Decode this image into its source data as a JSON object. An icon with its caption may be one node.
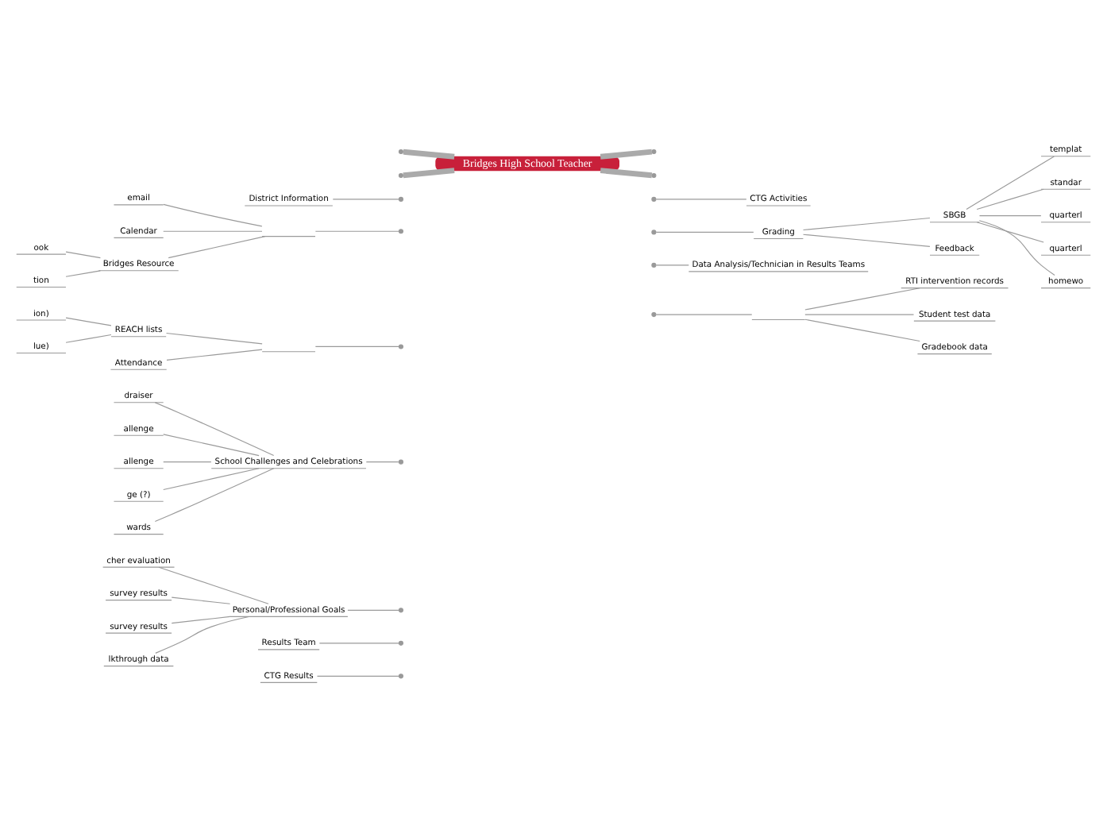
{
  "diagram": {
    "nodes": [
      {
        "text": [
          "Bridges High School Teacher"
        ]
      },
      {
        "text": [
          "District Information"
        ]
      },
      {
        "text": [],
        "shape": "bar"
      },
      {
        "text": [
          "email"
        ]
      },
      {
        "text": [
          "Calendar"
        ]
      },
      {
        "text": [
          "Bridges Resource"
        ]
      },
      {
        "text": [
          "ook"
        ]
      },
      {
        "text": [
          "tion"
        ]
      },
      {
        "text": [],
        "shape": "bar"
      },
      {
        "text": [
          "REACH lists"
        ]
      },
      {
        "text": [
          "ion)"
        ]
      },
      {
        "text": [
          "lue)"
        ]
      },
      {
        "text": [
          "Attendance"
        ]
      },
      {
        "text": [
          "School Challenges and Celebrations"
        ]
      },
      {
        "text": [
          "draiser"
        ]
      },
      {
        "text": [
          "allenge"
        ]
      },
      {
        "text": [
          "allenge"
        ]
      },
      {
        "text": [
          "ge (?)"
        ]
      },
      {
        "text": [
          "wards"
        ]
      },
      {
        "text": [
          "Personal/Professional Goals"
        ]
      },
      {
        "text": [
          "cher evaluation"
        ]
      },
      {
        "text": [
          "survey results"
        ]
      },
      {
        "text": [
          "survey results"
        ]
      },
      {
        "text": [
          "lkthrough data"
        ]
      },
      {
        "text": [
          "Results Team"
        ]
      },
      {
        "text": [
          "CTG Results"
        ]
      },
      {
        "text": [
          "CTG Activities"
        ]
      },
      {
        "text": [
          "Grading"
        ]
      },
      {
        "text": [
          "SBGB"
        ]
      },
      {
        "text": [
          "templat"
        ]
      },
      {
        "text": [
          "standar"
        ]
      },
      {
        "text": [
          "quarterl"
        ]
      },
      {
        "text": [
          "quarterl"
        ]
      },
      {
        "text": [
          "homewo"
        ]
      },
      {
        "text": [
          "Feedback"
        ]
      },
      {
        "text": [
          "Data Analysis/Technician in Results Teams"
        ]
      },
      {
        "text": [],
        "shape": "bar"
      },
      {
        "text": [
          "RTI intervention records"
        ]
      },
      {
        "text": [
          "Student test data"
        ]
      },
      {
        "text": [
          "Gradebook data"
        ]
      }
    ],
    "edges": [
      {
        "from": 0,
        "to": null,
        "arrow": "none",
        "style": "thick"
      },
      {
        "from": 0,
        "to": null,
        "arrow": "none",
        "style": "thick"
      },
      {
        "from": 0,
        "to": null,
        "arrow": "none",
        "style": "thick"
      },
      {
        "from": 0,
        "to": null,
        "arrow": "none",
        "style": "thick"
      },
      {
        "from": null,
        "to": 1,
        "arrow": "none"
      },
      {
        "from": null,
        "to": 2,
        "arrow": "none"
      },
      {
        "from": 2,
        "to": 3,
        "arrow": "none"
      },
      {
        "from": 2,
        "to": 4,
        "arrow": "none"
      },
      {
        "from": 2,
        "to": 5,
        "arrow": "none"
      },
      {
        "from": 5,
        "to": 6,
        "arrow": "none"
      },
      {
        "from": 5,
        "to": 7,
        "arrow": "none"
      },
      {
        "from": null,
        "to": 8,
        "arrow": "none"
      },
      {
        "from": 8,
        "to": 9,
        "arrow": "none"
      },
      {
        "from": 8,
        "to": 12,
        "arrow": "none"
      },
      {
        "from": 9,
        "to": 10,
        "arrow": "none"
      },
      {
        "from": 9,
        "to": 11,
        "arrow": "none"
      },
      {
        "from": null,
        "to": 13,
        "arrow": "none"
      },
      {
        "from": 13,
        "to": 14,
        "arrow": "none"
      },
      {
        "from": 13,
        "to": 15,
        "arrow": "none"
      },
      {
        "from": 13,
        "to": 16,
        "arrow": "none"
      },
      {
        "from": 13,
        "to": 17,
        "arrow": "none"
      },
      {
        "from": 13,
        "to": 18,
        "arrow": "none"
      },
      {
        "from": null,
        "to": 19,
        "arrow": "none"
      },
      {
        "from": 19,
        "to": 20,
        "arrow": "none"
      },
      {
        "from": 19,
        "to": 21,
        "arrow": "none"
      },
      {
        "from": 19,
        "to": 22,
        "arrow": "none"
      },
      {
        "from": 19,
        "to": 23,
        "arrow": "none"
      },
      {
        "from": null,
        "to": 24,
        "arrow": "none"
      },
      {
        "from": null,
        "to": 25,
        "arrow": "none"
      },
      {
        "from": null,
        "to": 26,
        "arrow": "none"
      },
      {
        "from": null,
        "to": 27,
        "arrow": "none"
      },
      {
        "from": 27,
        "to": 28,
        "arrow": "none"
      },
      {
        "from": 27,
        "to": 34,
        "arrow": "none"
      },
      {
        "from": 28,
        "to": 29,
        "arrow": "none"
      },
      {
        "from": 28,
        "to": 30,
        "arrow": "none"
      },
      {
        "from": 28,
        "to": 31,
        "arrow": "none"
      },
      {
        "from": 28,
        "to": 32,
        "arrow": "none"
      },
      {
        "from": 28,
        "to": 33,
        "arrow": "none"
      },
      {
        "from": null,
        "to": 35,
        "arrow": "none"
      },
      {
        "from": null,
        "to": 36,
        "arrow": "none"
      },
      {
        "from": 36,
        "to": 37,
        "arrow": "none"
      },
      {
        "from": 36,
        "to": 38,
        "arrow": "none"
      },
      {
        "from": 36,
        "to": 39,
        "arrow": "none"
      }
    ]
  }
}
